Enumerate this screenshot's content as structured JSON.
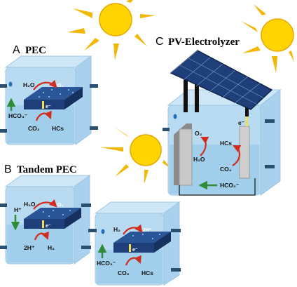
{
  "panels": {
    "a": {
      "letter": "A",
      "title": "PEC",
      "labels": {
        "h2o": "H₂O",
        "o2": "O₂",
        "hco3": "HCO₃⁻",
        "co2": "CO₂",
        "hcs": "HCs",
        "electron": "e⁻"
      }
    },
    "b": {
      "letter": "B",
      "title": "Tandem PEC",
      "left": {
        "hplus": "H⁺",
        "h2o": "H₂O",
        "o2": "O₂",
        "twoH": "2H⁺",
        "h2": "H₂",
        "electron": "e⁻"
      },
      "right": {
        "h2": "H₂",
        "twoH": "2H⁺",
        "hco3": "HCO₃⁻",
        "co2": "CO₂",
        "hcs": "HCs",
        "electron": "e⁻"
      }
    },
    "c": {
      "letter": "C",
      "title": "PV-Electrolyzer",
      "labels": {
        "o2": "O₂",
        "h2o": "H₂O",
        "electron": "e⁻",
        "hcs": "HCs",
        "co2": "CO₂",
        "hco3": "HCO₃⁻"
      }
    }
  },
  "colors": {
    "cell_face": "#b9dbf1",
    "cell_edge": "#cfe6f6",
    "water": "#8dc2e6",
    "photoelectrode": "#1f3f7a",
    "arrow_red": "#d22b1f",
    "arrow_green": "#2e8b3a",
    "sun": "#ffd400",
    "sun_ray": "#f2b705",
    "solar_panel": "#2a4f86",
    "electron_bar": "#f4e04d"
  }
}
